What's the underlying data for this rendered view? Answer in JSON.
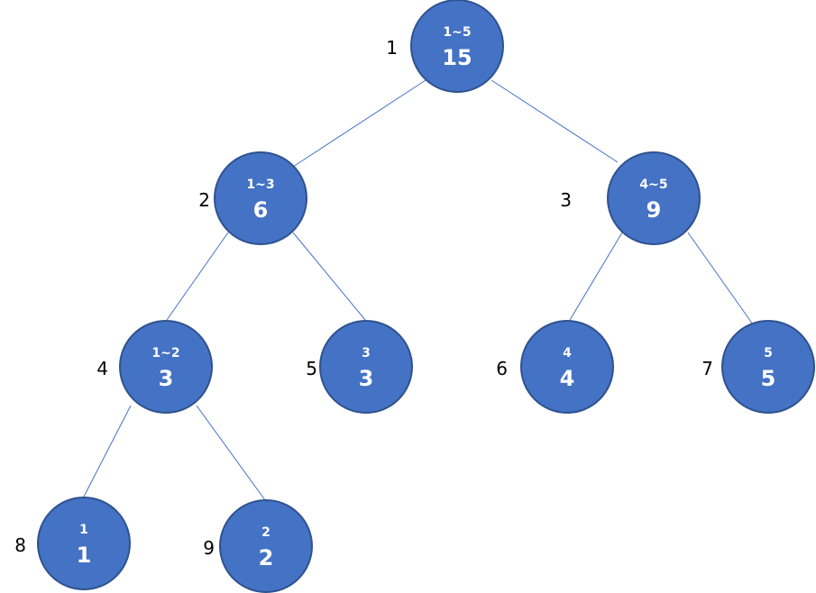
{
  "colors": {
    "node_fill": "#4472c4",
    "node_border": "#2f528f",
    "edge": "#4472c4",
    "node_text": "#ffffff",
    "index_text": "#000000"
  },
  "nodes": [
    {
      "index": "1",
      "range": "1~5",
      "sum": "15"
    },
    {
      "index": "2",
      "range": "1~3",
      "sum": "6"
    },
    {
      "index": "3",
      "range": "4~5",
      "sum": "9"
    },
    {
      "index": "4",
      "range": "1~2",
      "sum": "3"
    },
    {
      "index": "5",
      "range": "3",
      "sum": "3"
    },
    {
      "index": "6",
      "range": "4",
      "sum": "4"
    },
    {
      "index": "7",
      "range": "5",
      "sum": "5"
    },
    {
      "index": "8",
      "range": "1",
      "sum": "1"
    },
    {
      "index": "9",
      "range": "2",
      "sum": "2"
    }
  ],
  "edges": [
    {
      "from": "1",
      "to": "2"
    },
    {
      "from": "1",
      "to": "3"
    },
    {
      "from": "2",
      "to": "4"
    },
    {
      "from": "2",
      "to": "5"
    },
    {
      "from": "3",
      "to": "6"
    },
    {
      "from": "3",
      "to": "7"
    },
    {
      "from": "4",
      "to": "8"
    },
    {
      "from": "4",
      "to": "9"
    }
  ]
}
